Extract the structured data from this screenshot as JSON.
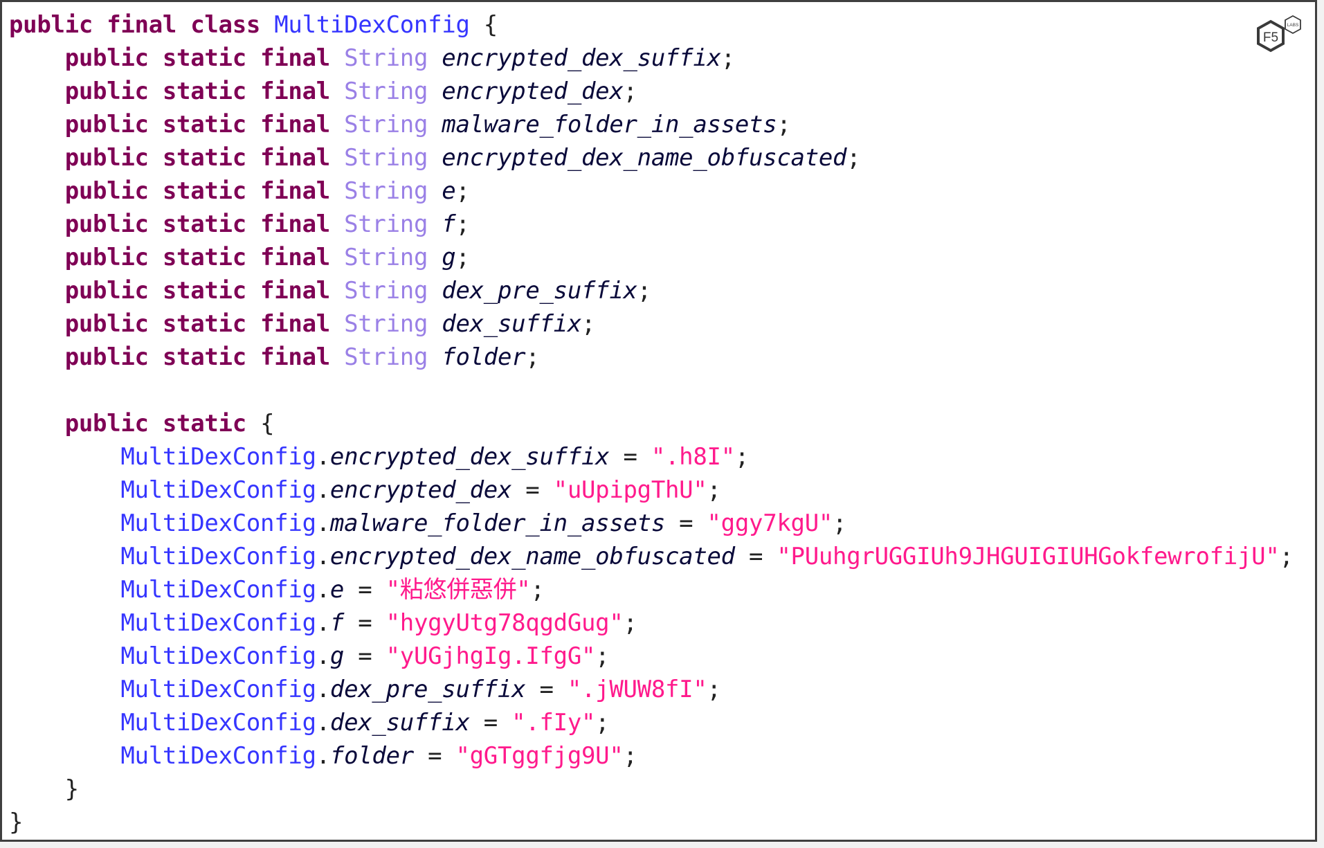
{
  "logo": {
    "brand": "F5",
    "sub": "LABS"
  },
  "colors": {
    "keyword": "#7f0055",
    "type": "#9a80e6",
    "class": "#3535ff",
    "field": "#0a0a3a",
    "string": "#ff1a8c"
  },
  "code_lines": [
    [
      [
        "kw",
        "public final class "
      ],
      [
        "cls",
        "MultiDexConfig"
      ],
      [
        "punct",
        " {"
      ]
    ],
    [
      [
        "punct",
        "    "
      ],
      [
        "kw",
        "public static final "
      ],
      [
        "type",
        "String "
      ],
      [
        "field",
        "encrypted_dex_suffix"
      ],
      [
        "punct",
        ";"
      ]
    ],
    [
      [
        "punct",
        "    "
      ],
      [
        "kw",
        "public static final "
      ],
      [
        "type",
        "String "
      ],
      [
        "field",
        "encrypted_dex"
      ],
      [
        "punct",
        ";"
      ]
    ],
    [
      [
        "punct",
        "    "
      ],
      [
        "kw",
        "public static final "
      ],
      [
        "type",
        "String "
      ],
      [
        "field",
        "malware_folder_in_assets"
      ],
      [
        "punct",
        ";"
      ]
    ],
    [
      [
        "punct",
        "    "
      ],
      [
        "kw",
        "public static final "
      ],
      [
        "type",
        "String "
      ],
      [
        "field",
        "encrypted_dex_name_obfuscated"
      ],
      [
        "punct",
        ";"
      ]
    ],
    [
      [
        "punct",
        "    "
      ],
      [
        "kw",
        "public static final "
      ],
      [
        "type",
        "String "
      ],
      [
        "field",
        "e"
      ],
      [
        "punct",
        ";"
      ]
    ],
    [
      [
        "punct",
        "    "
      ],
      [
        "kw",
        "public static final "
      ],
      [
        "type",
        "String "
      ],
      [
        "field",
        "f"
      ],
      [
        "punct",
        ";"
      ]
    ],
    [
      [
        "punct",
        "    "
      ],
      [
        "kw",
        "public static final "
      ],
      [
        "type",
        "String "
      ],
      [
        "field",
        "g"
      ],
      [
        "punct",
        ";"
      ]
    ],
    [
      [
        "punct",
        "    "
      ],
      [
        "kw",
        "public static final "
      ],
      [
        "type",
        "String "
      ],
      [
        "field",
        "dex_pre_suffix"
      ],
      [
        "punct",
        ";"
      ]
    ],
    [
      [
        "punct",
        "    "
      ],
      [
        "kw",
        "public static final "
      ],
      [
        "type",
        "String "
      ],
      [
        "field",
        "dex_suffix"
      ],
      [
        "punct",
        ";"
      ]
    ],
    [
      [
        "punct",
        "    "
      ],
      [
        "kw",
        "public static final "
      ],
      [
        "type",
        "String "
      ],
      [
        "field",
        "folder"
      ],
      [
        "punct",
        ";"
      ]
    ],
    [],
    [
      [
        "punct",
        "    "
      ],
      [
        "kw",
        "public static "
      ],
      [
        "punct",
        "{"
      ]
    ],
    [
      [
        "punct",
        "        "
      ],
      [
        "cls",
        "MultiDexConfig"
      ],
      [
        "punct",
        "."
      ],
      [
        "field",
        "encrypted_dex_suffix"
      ],
      [
        "op",
        " = "
      ],
      [
        "str",
        "\".h8I\""
      ],
      [
        "punct",
        ";"
      ]
    ],
    [
      [
        "punct",
        "        "
      ],
      [
        "cls",
        "MultiDexConfig"
      ],
      [
        "punct",
        "."
      ],
      [
        "field",
        "encrypted_dex"
      ],
      [
        "op",
        " = "
      ],
      [
        "str",
        "\"uUpipgThU\""
      ],
      [
        "punct",
        ";"
      ]
    ],
    [
      [
        "punct",
        "        "
      ],
      [
        "cls",
        "MultiDexConfig"
      ],
      [
        "punct",
        "."
      ],
      [
        "field",
        "malware_folder_in_assets"
      ],
      [
        "op",
        " = "
      ],
      [
        "str",
        "\"ggy7kgU\""
      ],
      [
        "punct",
        ";"
      ]
    ],
    [
      [
        "punct",
        "        "
      ],
      [
        "cls",
        "MultiDexConfig"
      ],
      [
        "punct",
        "."
      ],
      [
        "field",
        "encrypted_dex_name_obfuscated"
      ],
      [
        "op",
        " = "
      ],
      [
        "str",
        "\"PUuhgrUGGIUh9JHGUIGIUHGokfewrofijU\""
      ],
      [
        "punct",
        ";"
      ]
    ],
    [
      [
        "punct",
        "        "
      ],
      [
        "cls",
        "MultiDexConfig"
      ],
      [
        "punct",
        "."
      ],
      [
        "field",
        "e"
      ],
      [
        "op",
        " = "
      ],
      [
        "str",
        "\"粘悠併惡併\""
      ],
      [
        "punct",
        ";"
      ]
    ],
    [
      [
        "punct",
        "        "
      ],
      [
        "cls",
        "MultiDexConfig"
      ],
      [
        "punct",
        "."
      ],
      [
        "field",
        "f"
      ],
      [
        "op",
        " = "
      ],
      [
        "str",
        "\"hygyUtg78qgdGug\""
      ],
      [
        "punct",
        ";"
      ]
    ],
    [
      [
        "punct",
        "        "
      ],
      [
        "cls",
        "MultiDexConfig"
      ],
      [
        "punct",
        "."
      ],
      [
        "field",
        "g"
      ],
      [
        "op",
        " = "
      ],
      [
        "str",
        "\"yUGjhgIg.IfgG\""
      ],
      [
        "punct",
        ";"
      ]
    ],
    [
      [
        "punct",
        "        "
      ],
      [
        "cls",
        "MultiDexConfig"
      ],
      [
        "punct",
        "."
      ],
      [
        "field",
        "dex_pre_suffix"
      ],
      [
        "op",
        " = "
      ],
      [
        "str",
        "\".jWUW8fI\""
      ],
      [
        "punct",
        ";"
      ]
    ],
    [
      [
        "punct",
        "        "
      ],
      [
        "cls",
        "MultiDexConfig"
      ],
      [
        "punct",
        "."
      ],
      [
        "field",
        "dex_suffix"
      ],
      [
        "op",
        " = "
      ],
      [
        "str",
        "\".fIy\""
      ],
      [
        "punct",
        ";"
      ]
    ],
    [
      [
        "punct",
        "        "
      ],
      [
        "cls",
        "MultiDexConfig"
      ],
      [
        "punct",
        "."
      ],
      [
        "field",
        "folder"
      ],
      [
        "op",
        " = "
      ],
      [
        "str",
        "\"gGTggfjg9U\""
      ],
      [
        "punct",
        ";"
      ]
    ],
    [
      [
        "punct",
        "    }"
      ]
    ],
    [
      [
        "punct",
        "}"
      ]
    ]
  ]
}
